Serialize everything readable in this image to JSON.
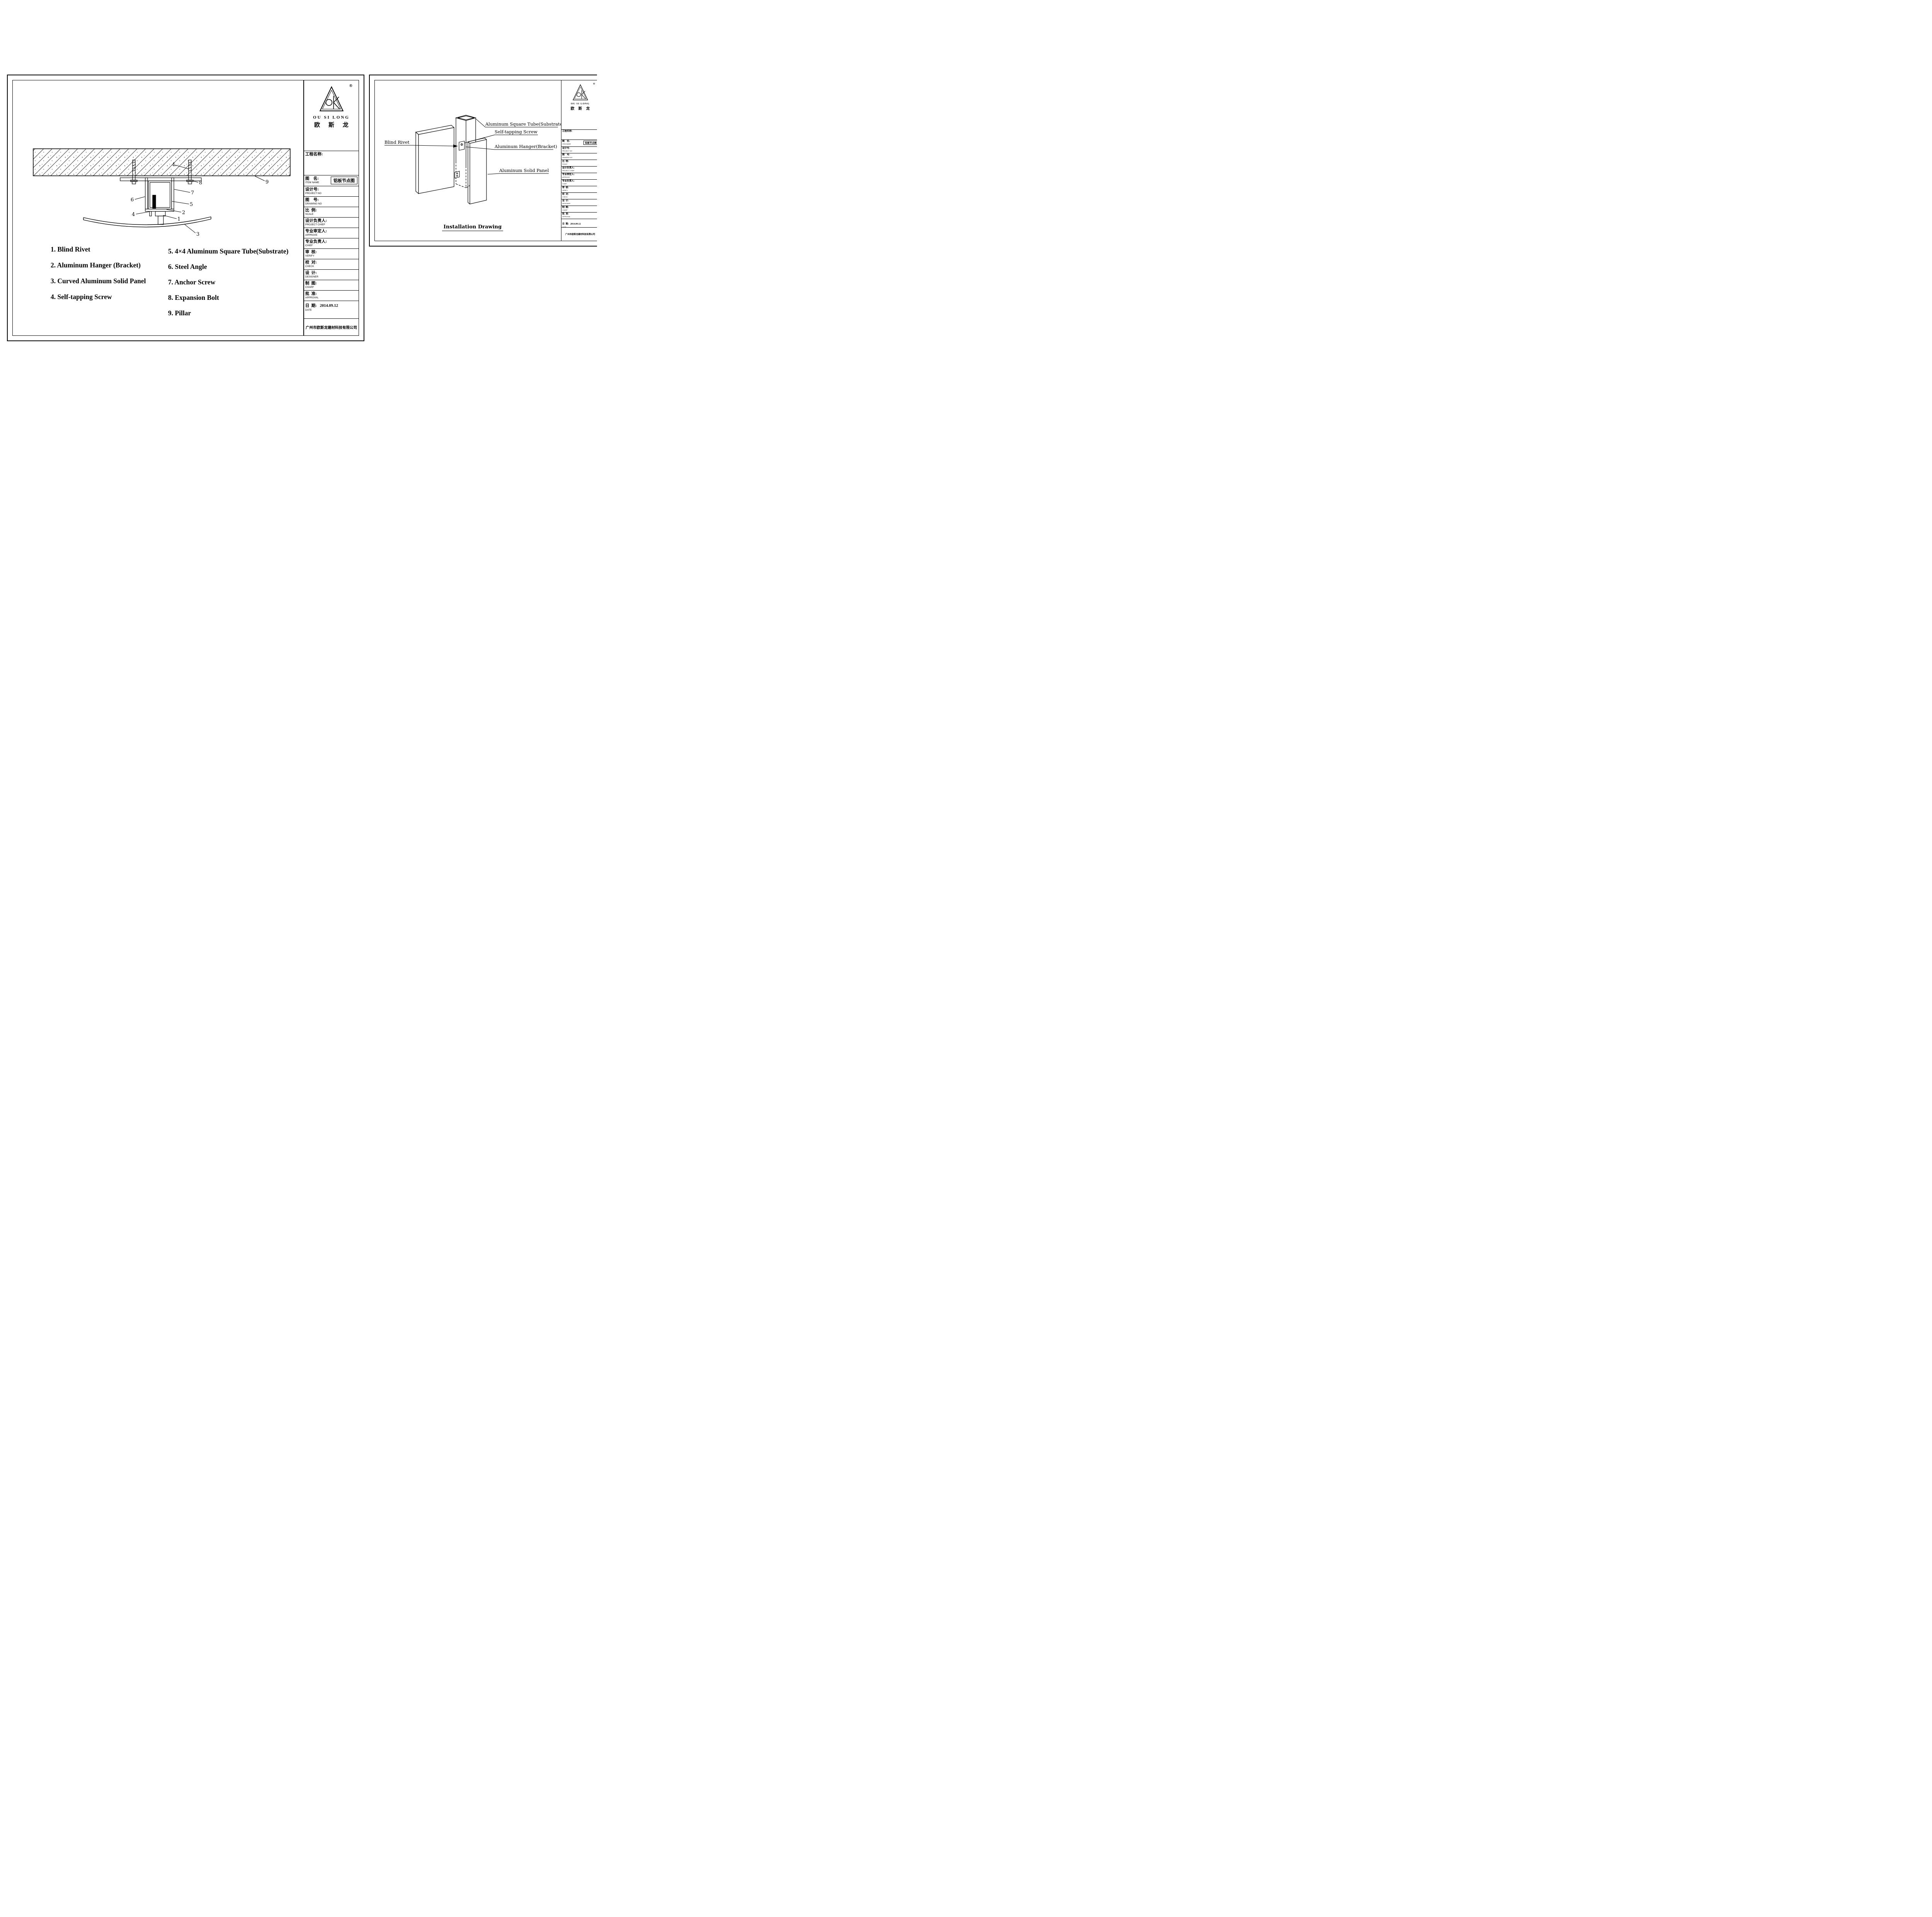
{
  "title_block": {
    "registered": "®",
    "brand_en": "OU SI LONG",
    "brand_cn": "欧 斯 龙",
    "rows": [
      {
        "cn": "工程名称:",
        "en": "",
        "type": "tall"
      },
      {
        "cn": "图    名:",
        "en": "ITEM NAME",
        "value": "铝板节点图",
        "type": "value"
      },
      {
        "cn": "设计号:",
        "en": "PROJECT NO"
      },
      {
        "cn": "图    号:",
        "en": "DRAWING NO"
      },
      {
        "cn": "比  例:",
        "en": "SCALE"
      },
      {
        "cn": "设计负责人:",
        "en": "PROJECT CHIEF"
      },
      {
        "cn": "专业审定人:",
        "en": "APPROVE"
      },
      {
        "cn": "专业负责人:",
        "en": "CHIEF"
      },
      {
        "cn": "审  核:",
        "en": "VERIFY"
      },
      {
        "cn": "校  对:",
        "en": "CHECK"
      },
      {
        "cn": "设  计:",
        "en": "DESIGNER"
      },
      {
        "cn": "制  图:",
        "en": "CHARF"
      },
      {
        "cn": "批  准:",
        "en": "APPROVAL"
      },
      {
        "cn": "日  期:",
        "en": "DATE",
        "value": "2014.09.12",
        "type": "date"
      }
    ],
    "company": "广州市欧斯龙建材科技有限公司"
  },
  "left_sheet": {
    "legend_left": [
      "1. Blind Rivet",
      "2. Aluminum Hanger (Bracket)",
      "3. Curved Aluminum Solid Panel",
      "4. Self-tapping Screw"
    ],
    "legend_right": [
      "5. 4×4 Aluminum Square Tube(Substrate)",
      "6. Steel Angle",
      "7. Anchor Screw",
      "8. Expansion Bolt",
      "9. Pillar"
    ],
    "callout_labels": [
      "1",
      "2",
      "3",
      "4",
      "5",
      "6",
      "7",
      "8",
      "9"
    ]
  },
  "right_sheet": {
    "labels": {
      "square_tube": "Aluminum Square Tube(Substrate)",
      "self_tapping_screw": "Self-tapping Screw",
      "blind_rivet": "Blind Rivet",
      "hanger": "Aluminum Hanger(Bracket)",
      "solid_panel": "Aluminum Solid Panel"
    },
    "caption": "Installation Drawing"
  }
}
